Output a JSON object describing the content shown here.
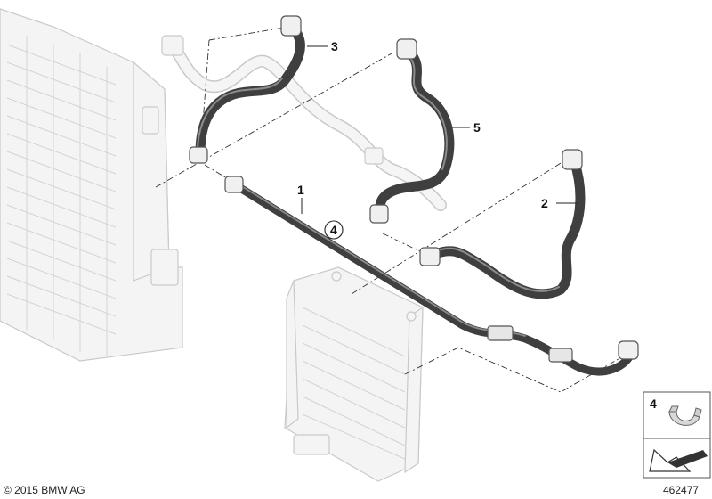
{
  "diagram": {
    "callouts": {
      "part_1": "1",
      "part_2": "2",
      "part_3": "3",
      "part_4_circled": "4",
      "part_5": "5",
      "legend_4": "4"
    },
    "copyright": "© 2015 BMW AG",
    "image_number": "462477"
  },
  "colors": {
    "hose": "#3f3f3f",
    "ghost_part": "#f4f4f4",
    "ghost_outline": "#c9c9c9",
    "text": "#111111"
  }
}
